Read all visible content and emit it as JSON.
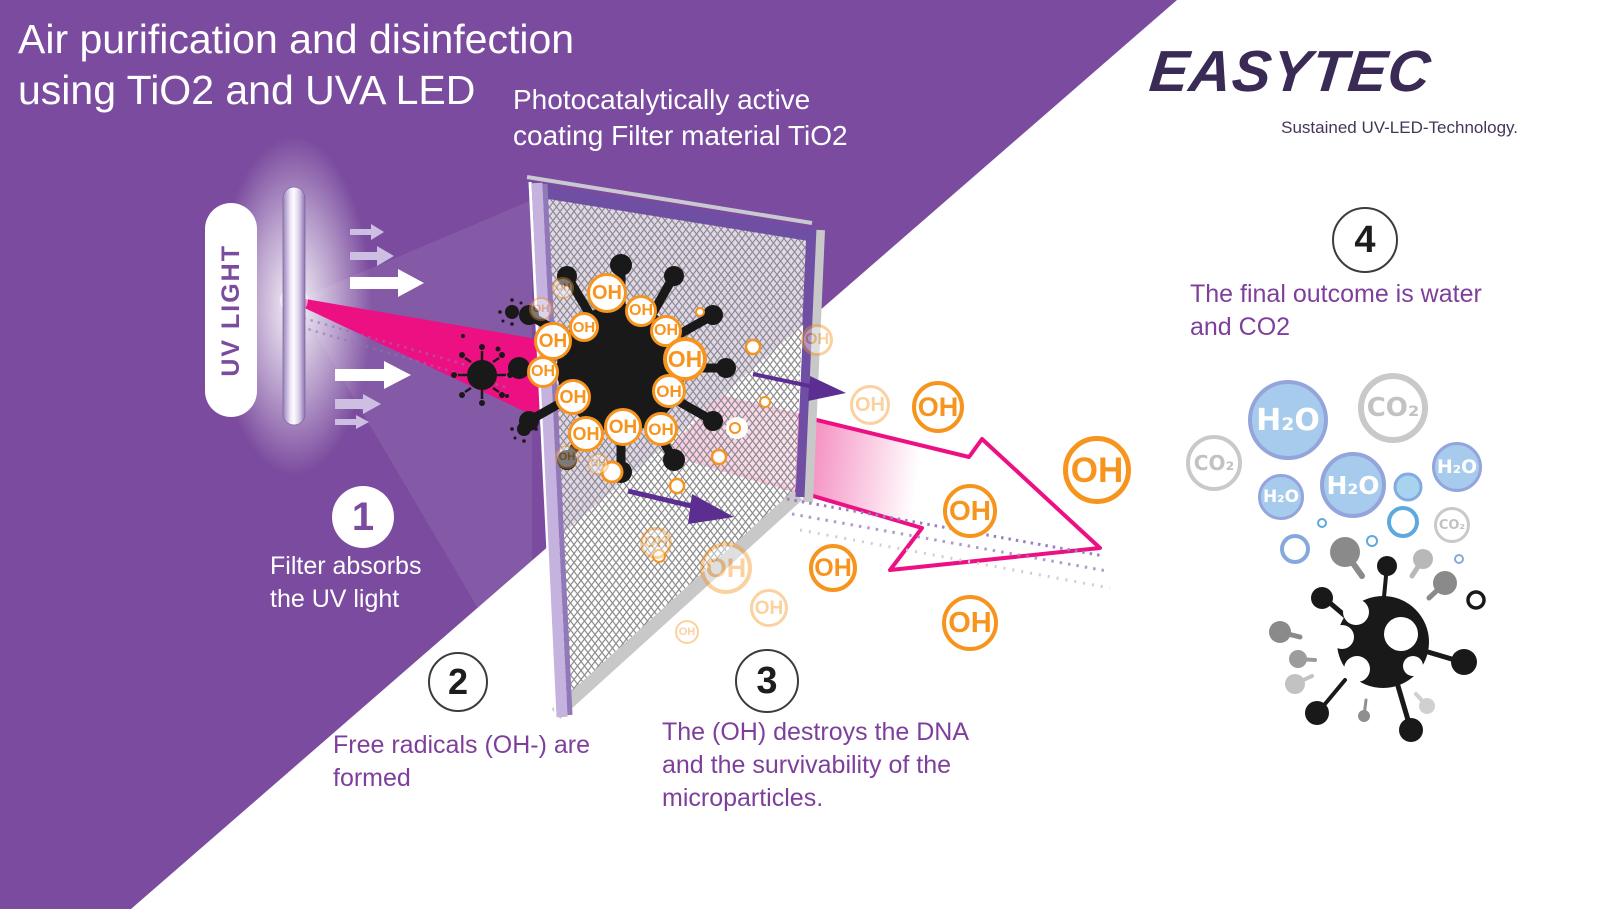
{
  "header": {
    "title": "Air purification and disinfection using TiO2 and UVA LED",
    "filter_label": "Photocatalytically active coating Filter material TiO2"
  },
  "logo": {
    "name": "EASYTEC",
    "tagline": "Sustained UV-LED-Technology."
  },
  "uv_light_label": "UV LIGHT",
  "labels": {
    "oh": "OH",
    "h2o": "H₂O",
    "co2": "CO₂"
  },
  "steps": [
    {
      "number": "1",
      "caption": "Filter absorbs the UV light"
    },
    {
      "number": "2",
      "caption": "Free radicals (OH-) are formed"
    },
    {
      "number": "3",
      "caption": "The (OH) destroys the DNA and the survivability of the microparticles."
    },
    {
      "number": "4",
      "caption": "The final outcome is water and CO2"
    }
  ],
  "colors": {
    "background_purple": "#7A4B9E",
    "beam_pink": "#EC1083",
    "radical_orange": "#F7941D",
    "caption_purple": "#7E3F9C",
    "arrow_purple": "#5C2E91",
    "logo_dark": "#3A2A56",
    "water_blue": "#A6CBEC",
    "co2_gray": "#C9C9C9"
  }
}
